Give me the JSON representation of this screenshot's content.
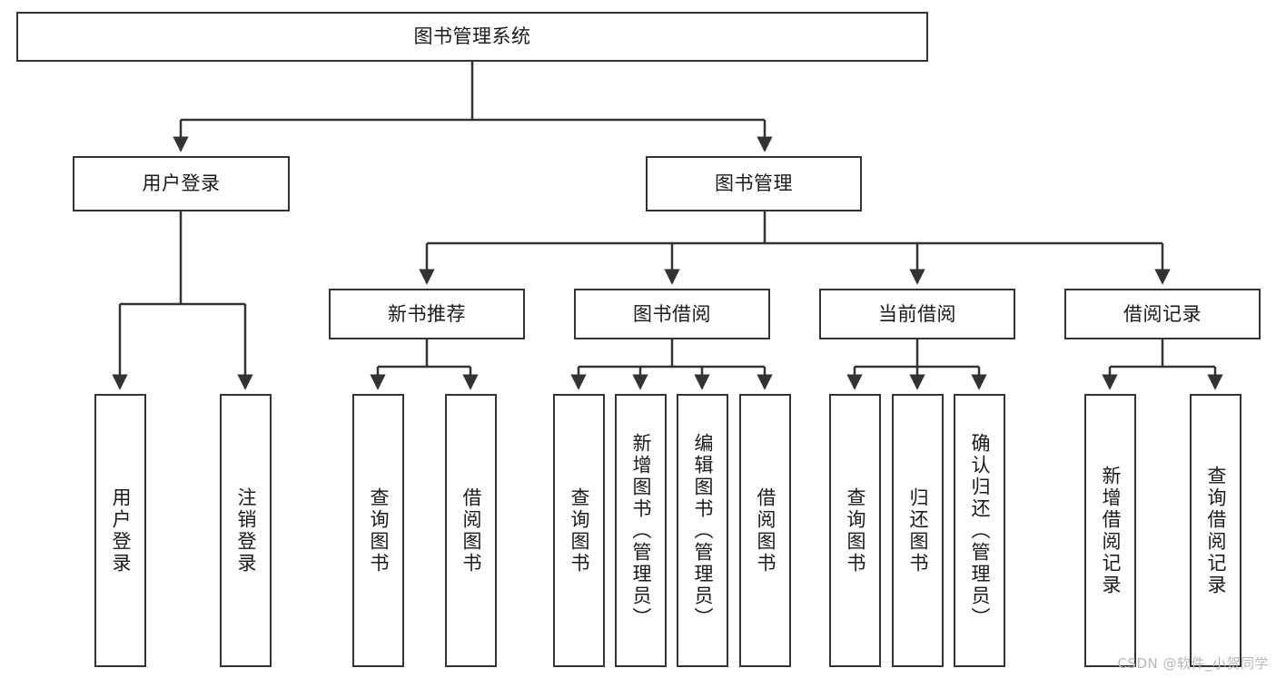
{
  "diagram": {
    "type": "tree-hierarchy-chart",
    "title": "图书管理系统",
    "orientation": "top-down",
    "colors": {
      "node_border": "#333333",
      "node_fill": "#ffffff",
      "edge": "#333333",
      "text": "#1a1a1a",
      "background": "#ffffff",
      "watermark": "#b8b8b8"
    },
    "nodes": {
      "root": {
        "label": "图书管理系统",
        "level": 1
      },
      "user_login": {
        "label": "用户登录",
        "level": 2
      },
      "book_manage": {
        "label": "图书管理",
        "level": 2
      },
      "new_book_rec": {
        "label": "新书推荐",
        "level": 3
      },
      "book_borrow": {
        "label": "图书借阅",
        "level": 3
      },
      "current_borrow": {
        "label": "当前借阅",
        "level": 3
      },
      "borrow_record": {
        "label": "借阅记录",
        "level": 3
      },
      "leaf_user_login": {
        "label": "用户登录",
        "level": 4
      },
      "leaf_logout": {
        "label": "注销登录",
        "level": 4
      },
      "leaf_query_book_1": {
        "label": "查询图书",
        "level": 4
      },
      "leaf_borrow_book_1": {
        "label": "借阅图书",
        "level": 4
      },
      "leaf_query_book_2": {
        "label": "查询图书",
        "level": 4
      },
      "leaf_add_book": {
        "label": "新增图书（管理员）",
        "level": 4
      },
      "leaf_edit_book": {
        "label": "编辑图书（管理员）",
        "level": 4
      },
      "leaf_borrow_book_2": {
        "label": "借阅图书",
        "level": 4
      },
      "leaf_query_book_3": {
        "label": "查询图书",
        "level": 4
      },
      "leaf_return_book": {
        "label": "归还图书",
        "level": 4
      },
      "leaf_confirm_return": {
        "label": "确认归还（管理员）",
        "level": 4
      },
      "leaf_add_record": {
        "label": "新增借阅记录",
        "level": 4
      },
      "leaf_query_record": {
        "label": "查询借阅记录",
        "level": 4
      }
    },
    "edges": [
      {
        "from": "root",
        "to": "user_login"
      },
      {
        "from": "root",
        "to": "book_manage"
      },
      {
        "from": "user_login",
        "to": "leaf_user_login"
      },
      {
        "from": "user_login",
        "to": "leaf_logout"
      },
      {
        "from": "book_manage",
        "to": "new_book_rec"
      },
      {
        "from": "book_manage",
        "to": "book_borrow"
      },
      {
        "from": "book_manage",
        "to": "current_borrow"
      },
      {
        "from": "book_manage",
        "to": "borrow_record"
      },
      {
        "from": "new_book_rec",
        "to": "leaf_query_book_1"
      },
      {
        "from": "new_book_rec",
        "to": "leaf_borrow_book_1"
      },
      {
        "from": "book_borrow",
        "to": "leaf_query_book_2"
      },
      {
        "from": "book_borrow",
        "to": "leaf_add_book"
      },
      {
        "from": "book_borrow",
        "to": "leaf_edit_book"
      },
      {
        "from": "book_borrow",
        "to": "leaf_borrow_book_2"
      },
      {
        "from": "current_borrow",
        "to": "leaf_query_book_3"
      },
      {
        "from": "current_borrow",
        "to": "leaf_return_book"
      },
      {
        "from": "current_borrow",
        "to": "leaf_confirm_return"
      },
      {
        "from": "borrow_record",
        "to": "leaf_add_record"
      },
      {
        "from": "borrow_record",
        "to": "leaf_query_record"
      }
    ]
  },
  "watermark": {
    "text": "CSDN @软件_小贺同学"
  }
}
